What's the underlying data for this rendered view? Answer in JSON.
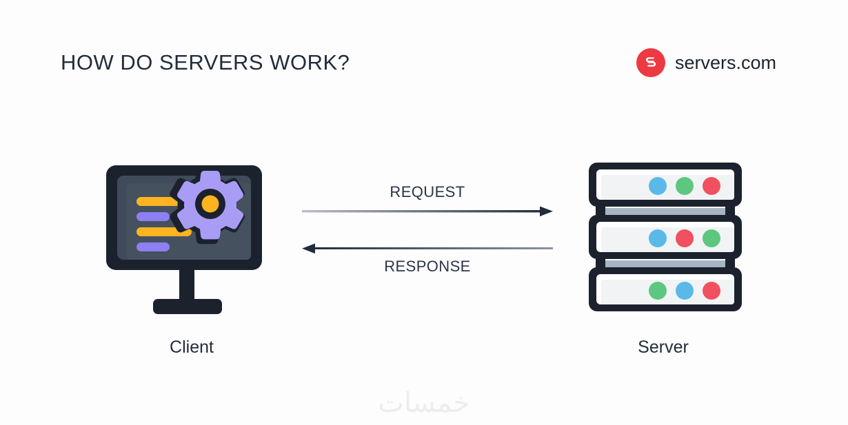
{
  "header": {
    "title": "HOW DO SERVERS WORK?",
    "brand_name": "servers.com",
    "brand_mark_letter": "S",
    "brand_color": "#ed3a42"
  },
  "diagram": {
    "type": "client-server-request-response",
    "nodes": [
      {
        "id": "client",
        "caption": "Client",
        "icon": "monitor-with-gear-icon",
        "colors": {
          "frame": "#1b222e",
          "screen": "#3f4a5a",
          "screen_inner": "#46515f",
          "bar_orange": "#ffb420",
          "bar_purple": "#8d80f3",
          "gear_body": "#a99cf5",
          "gear_hub": "#ffb420"
        },
        "screen_bars": [
          "orange",
          "purple",
          "orange",
          "purple"
        ]
      },
      {
        "id": "server",
        "caption": "Server",
        "icon": "server-rack-icon",
        "colors": {
          "outline": "#1b222e",
          "unit_face": "#f1f3f5",
          "unit_top": "#ffffff",
          "connector": "#a7b5c2",
          "dot_blue": "#5bb9e8",
          "dot_green": "#5dc77f",
          "dot_red": "#f0505f"
        },
        "units": [
          {
            "dots": [
              "blue",
              "green",
              "red"
            ]
          },
          {
            "dots": [
              "blue",
              "red",
              "green"
            ]
          },
          {
            "dots": [
              "green",
              "blue",
              "red"
            ]
          }
        ]
      }
    ],
    "flows": [
      {
        "id": "request",
        "label": "REQUEST",
        "direction": "client-to-server",
        "label_position": "above"
      },
      {
        "id": "response",
        "label": "RESPONSE",
        "direction": "server-to-client",
        "label_position": "below"
      }
    ]
  },
  "watermark": {
    "text": "خمسات"
  }
}
